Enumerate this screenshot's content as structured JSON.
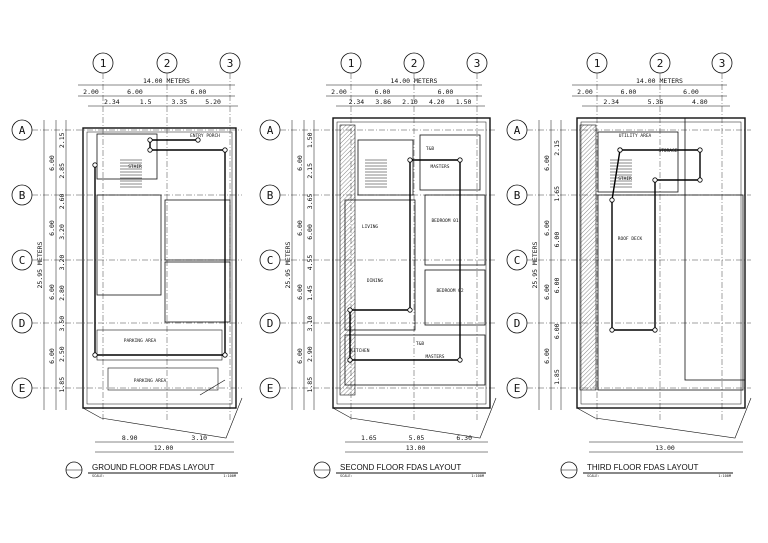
{
  "grid_columns": [
    "1",
    "2",
    "3"
  ],
  "grid_rows": [
    "A",
    "B",
    "C",
    "D",
    "E"
  ],
  "floors": [
    {
      "title": "GROUND FLOOR FDAS LAYOUT",
      "scale_label": "SCALE:",
      "scale_value": "1:100M",
      "overall_width": "14.00 METERS",
      "top_dims": [
        "2.00",
        "6.00",
        "6.00"
      ],
      "sub_dims": [
        "2.34",
        "1.5",
        "3.35",
        "5.20"
      ],
      "side_dims": [
        "2.15",
        "2.85",
        "2.60",
        "3.20",
        "3.20",
        "2.80",
        "3.50",
        "2.50",
        "1.85"
      ],
      "row_dims": [
        "6.00",
        "6.00",
        "6.00",
        "6.00"
      ],
      "overall_height": "25.95 METERS",
      "bottom_dims": [
        "8.90",
        "3.10"
      ],
      "bottom_total": "12.00",
      "rooms": [
        "ENTRY PORCH",
        "STAIR",
        "PARKING AREA",
        "PARKING AREA"
      ]
    },
    {
      "title": "SECOND FLOOR FDAS LAYOUT",
      "scale_label": "SCALE:",
      "scale_value": "1:100M",
      "overall_width": "14.00 METERS",
      "top_dims": [
        "2.00",
        "6.00",
        "6.00"
      ],
      "sub_dims": [
        "2.34",
        "3.86",
        "2.10",
        "4.20",
        "1.50"
      ],
      "side_dims": [
        "1.50",
        "2.15",
        "3.65",
        "6.00",
        "4.55",
        "1.45",
        "3.10",
        "2.90",
        "1.85"
      ],
      "row_dims": [
        "6.00",
        "6.00",
        "6.00",
        "6.00"
      ],
      "overall_height": "25.95 METERS",
      "bottom_dims": [
        "1.65",
        "5.05",
        "6.30"
      ],
      "bottom_total": "13.00",
      "rooms": [
        "T&B",
        "MASTERS",
        "BEDROOM 01",
        "BEDROOM 02",
        "LIVING",
        "DINING",
        "KITCHEN",
        "T&B",
        "MASTERS"
      ]
    },
    {
      "title": "THIRD FLOOR FDAS LAYOUT",
      "scale_label": "SCALE:",
      "scale_value": "1:100M",
      "overall_width": "14.00 METERS",
      "top_dims": [
        "2.00",
        "6.00",
        "6.00"
      ],
      "sub_dims": [
        "2.34",
        "5.36",
        "4.80"
      ],
      "side_dims": [
        "2.15",
        "1.65",
        "6.00",
        "6.00",
        "6.00",
        "1.85"
      ],
      "row_dims": [
        "6.00",
        "6.00",
        "6.00",
        "6.00"
      ],
      "overall_height": "25.95 METERS",
      "bottom_dims": [],
      "bottom_total": "13.00",
      "rooms": [
        "UTILITY AREA",
        "STORAGE",
        "STAIR",
        "ROOF DECK"
      ]
    }
  ]
}
